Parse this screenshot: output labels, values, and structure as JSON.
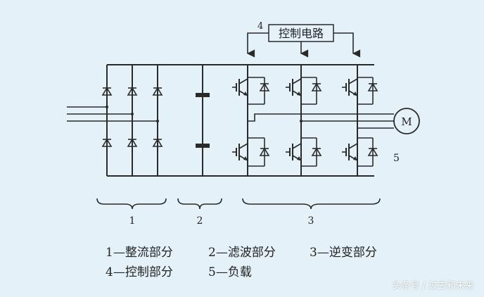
{
  "diagram": {
    "control_box_label": "控制电路",
    "motor_label": "M",
    "number_labels": {
      "control": "4",
      "load": "5",
      "rectifier": "1",
      "filter": "2",
      "inverter": "3"
    }
  },
  "legend": {
    "line1": [
      "1—整流部分",
      "2—滤波部分",
      "3—逆变部分"
    ],
    "line2": [
      "4—控制部分",
      "5—负载"
    ]
  },
  "watermark": "头条号 / 过去和未来",
  "colors": {
    "background": "#e4f1f8",
    "line": "#2a2a2a"
  }
}
